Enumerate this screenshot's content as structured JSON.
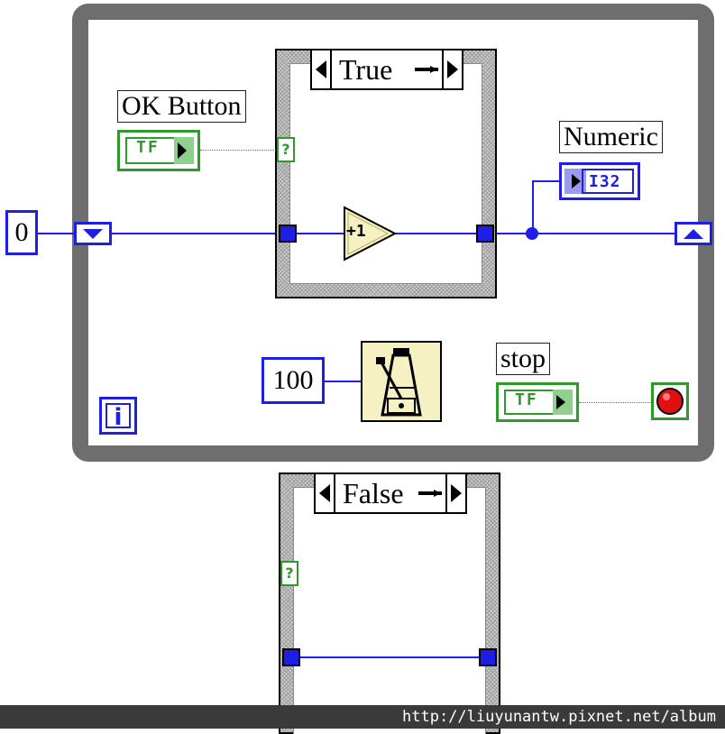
{
  "while_loop": {
    "iteration_terminal": "i"
  },
  "case_true": {
    "selector_label": "True"
  },
  "case_false": {
    "selector_label": "False"
  },
  "ok_button": {
    "label": "OK Button",
    "terminal_text": "TF"
  },
  "numeric": {
    "label": "Numeric",
    "terminal_text": "I32"
  },
  "stop": {
    "label": "stop",
    "terminal_text": "TF"
  },
  "constants": {
    "initial": "0",
    "wait_ms": "100"
  },
  "increment": {
    "text": "+1"
  },
  "case_selector_terminal": "?",
  "footer": {
    "url": "http://liuyunantw.pixnet.net/album"
  },
  "colors": {
    "numeric_wire": "#1e1ee6",
    "boolean_wire": "#2e9a2e",
    "loop_frame": "#6e6e6e",
    "stop_red": "#e01010",
    "wait_bg": "#f6f1c2"
  }
}
